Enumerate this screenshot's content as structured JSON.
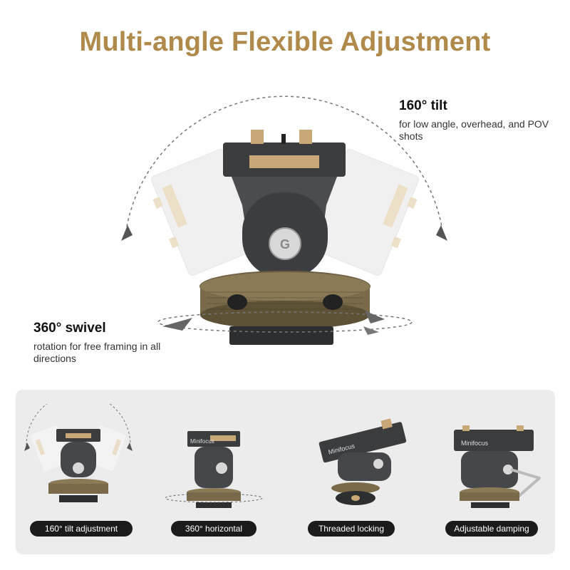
{
  "title": "Multi-angle Flexible Adjustment",
  "tilt": {
    "heading": "160° tilt",
    "description": "for low angle, overhead, and POV shots"
  },
  "swivel": {
    "heading": "360° swivel",
    "description": "rotation for free framing in all directions"
  },
  "features": [
    {
      "label": "160° tilt adjustment"
    },
    {
      "label": "360° horizontal"
    },
    {
      "label": "Threaded locking"
    },
    {
      "label": "Adjustable damping"
    }
  ],
  "brand": {
    "logo_text": "Minifocus"
  },
  "colors": {
    "title_gold": "#b08a4a",
    "brass": "#c9a878",
    "knurl": "#7a6a4a",
    "body_dark": "#3a3c3e",
    "badge_bg": "#1b1b1b"
  }
}
